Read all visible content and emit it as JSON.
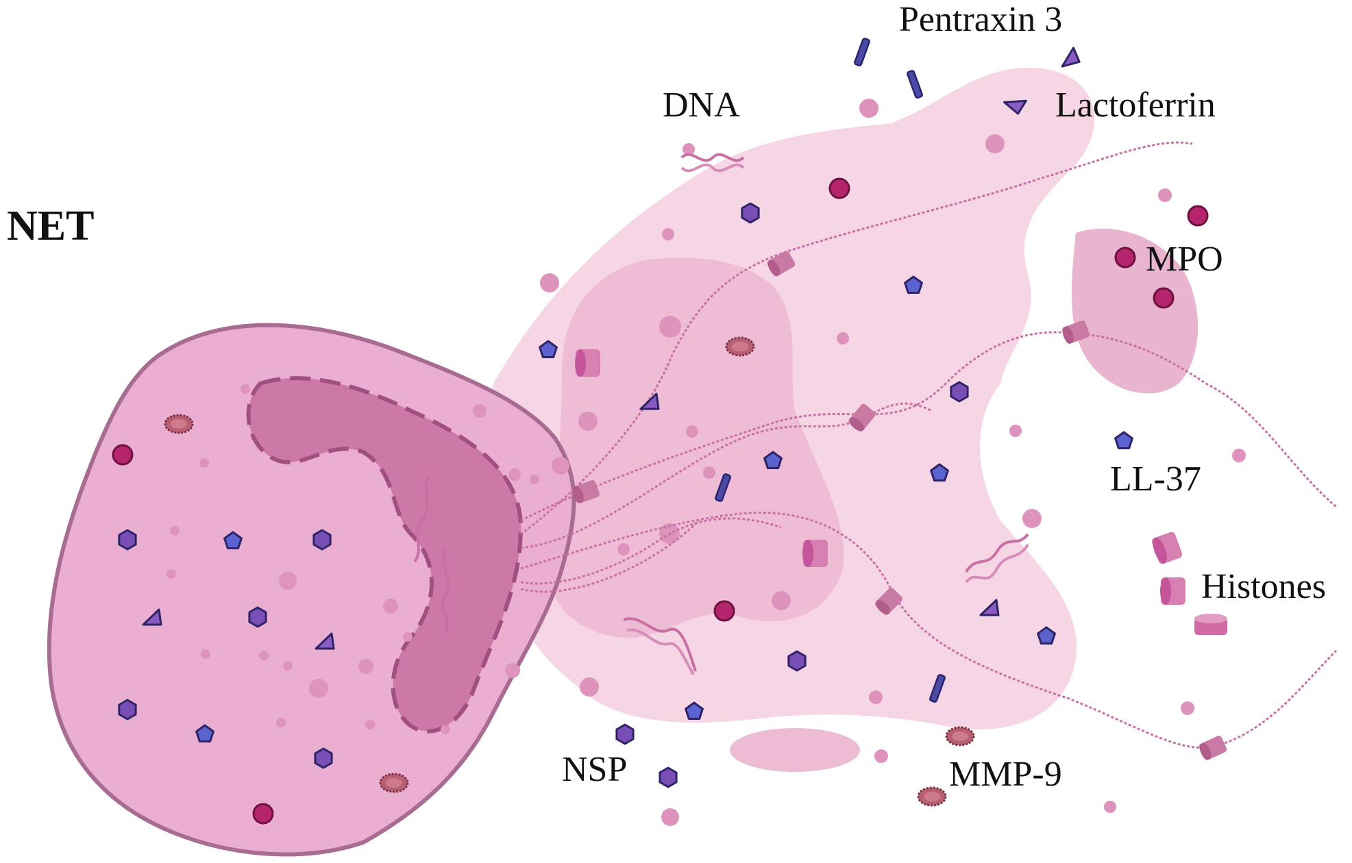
{
  "title": "NET",
  "labels": {
    "pentraxin": "Pentraxin 3",
    "lactoferrin": "Lactoferrin",
    "dna": "DNA",
    "mpo": "MPO",
    "ll37": "LL-37",
    "histones": "Histones",
    "mmp9": "MMP-9",
    "nsp": "NSP"
  },
  "colors": {
    "cell_fill": "#e9aed0",
    "cell_stroke": "#b0729a",
    "nucleus_fill": "#cc79a8",
    "cloud_fill": "#f6d5e4",
    "cloud_inner": "#efbcd6",
    "dna_strand": "#c96fa3",
    "mpo": "#b4256d",
    "ll37": "#5b63d1",
    "nsp": "#7a4fb5",
    "lactoferrin": "#8a5cc2",
    "pentraxin": "#4d4aa6",
    "histone": "#d06aa3",
    "mmp9": "#b85f74",
    "granule": "#de93bd"
  }
}
